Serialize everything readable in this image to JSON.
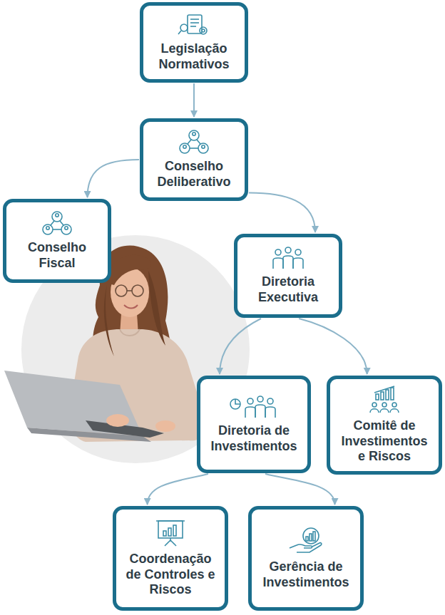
{
  "diagram": {
    "nodes": [
      {
        "text": [
          "Legislação Normativos"
        ]
      },
      {
        "text": [
          "Conselho Deliberativo"
        ]
      },
      {
        "text": [
          "Conselho Fiscal"
        ]
      },
      {
        "text": [
          "Diretoria Executiva"
        ]
      },
      {
        "text": [
          "Diretoria de Investimentos"
        ]
      },
      {
        "text": [
          "Comitê de Investimentos e Riscos"
        ]
      },
      {
        "text": [
          "Coordenação de Controles e Riscos"
        ]
      },
      {
        "text": [
          "Gerência de Investimentos"
        ]
      }
    ],
    "edges": [
      {
        "from": 0,
        "to": 1,
        "arrow": "to"
      },
      {
        "from": 1,
        "to": 2,
        "arrow": "to"
      },
      {
        "from": 1,
        "to": 3,
        "arrow": "to"
      },
      {
        "from": 3,
        "to": 4,
        "arrow": "to"
      },
      {
        "from": 3,
        "to": 5,
        "arrow": "to"
      },
      {
        "from": 4,
        "to": 6,
        "arrow": "to"
      },
      {
        "from": 4,
        "to": 7,
        "arrow": "to"
      }
    ]
  }
}
